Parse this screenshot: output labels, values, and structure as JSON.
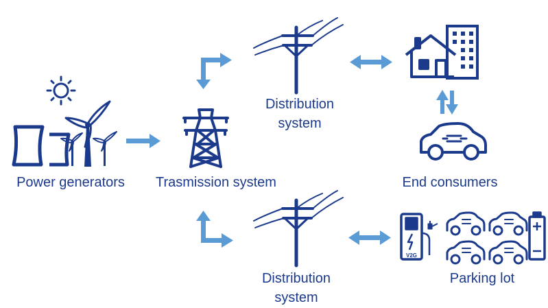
{
  "colors": {
    "icon": "#1b3a8c",
    "arrow": "#5b9bd5",
    "background": "#ffffff"
  },
  "nodes": {
    "power_generators": {
      "label": "Power generators",
      "icons": [
        "cooling-tower-icon",
        "sun-icon",
        "wind-turbine-icon"
      ]
    },
    "transmission_system": {
      "label": "Trasmission system",
      "icons": [
        "transmission-tower-icon"
      ]
    },
    "distribution_top": {
      "line1": "Distribution",
      "line2": "system",
      "icons": [
        "utility-pole-icon"
      ]
    },
    "distribution_bottom": {
      "line1": "Distribution",
      "line2": "system",
      "icons": [
        "utility-pole-icon"
      ]
    },
    "end_consumers": {
      "label": "End consumers",
      "icons": [
        "house-icon",
        "building-icon",
        "electric-car-icon"
      ]
    },
    "parking_lot": {
      "label": "Parking lot",
      "icons": [
        "v2g-charger-icon",
        "electric-car-icon",
        "battery-icon"
      ]
    },
    "charger_badge": "V2G"
  },
  "edges": [
    {
      "from": "power_generators",
      "to": "transmission_system",
      "direction": "forward"
    },
    {
      "from": "transmission_system",
      "to": "distribution_top",
      "direction": "bidirectional"
    },
    {
      "from": "transmission_system",
      "to": "distribution_bottom",
      "direction": "bidirectional"
    },
    {
      "from": "distribution_top",
      "to": "end_consumers",
      "direction": "bidirectional"
    },
    {
      "from": "distribution_bottom",
      "to": "parking_lot",
      "direction": "bidirectional"
    },
    {
      "from": "end_consumers",
      "to": "end_consumers",
      "direction": "bidirectional",
      "note": "home-to-vehicle"
    }
  ]
}
